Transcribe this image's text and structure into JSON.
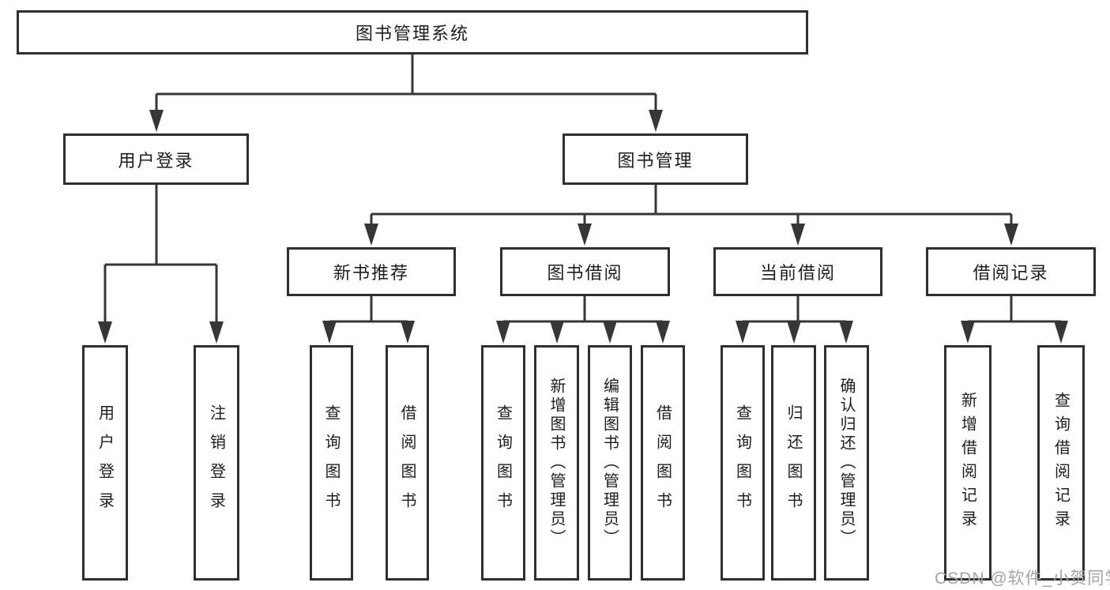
{
  "colors": {
    "background": "#ffffff",
    "line": "#363636",
    "box_border": "#2f2f2f",
    "text": "#1d1d1d",
    "watermark": "#a3a3a3"
  },
  "tree": {
    "root": {
      "label": "图书管理系统"
    },
    "level2": [
      {
        "label": "用户登录",
        "leaves": [
          {
            "label": "用户登录"
          },
          {
            "label": "注销登录"
          }
        ]
      },
      {
        "label": "图书管理",
        "groups": [
          {
            "label": "新书推荐",
            "leaves": [
              {
                "label": "查询图书"
              },
              {
                "label": "借阅图书"
              }
            ]
          },
          {
            "label": "图书借阅",
            "leaves": [
              {
                "label": "查询图书"
              },
              {
                "label": "新增图书（管理员）"
              },
              {
                "label": "编辑图书（管理员）"
              },
              {
                "label": "借阅图书"
              }
            ]
          },
          {
            "label": "当前借阅",
            "leaves": [
              {
                "label": "查询图书"
              },
              {
                "label": "归还图书"
              },
              {
                "label": "确认归还（管理员）"
              }
            ]
          },
          {
            "label": "借阅记录",
            "leaves": [
              {
                "label": "新增借阅记录"
              },
              {
                "label": "查询借阅记录"
              }
            ]
          }
        ]
      }
    ]
  },
  "watermark": {
    "text": "CSDN @软件_小贺同学"
  }
}
